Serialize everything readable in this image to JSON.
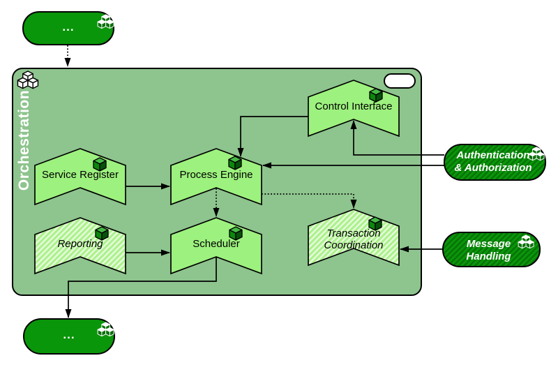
{
  "container": {
    "title": "Orchestration"
  },
  "components": {
    "service_register": {
      "label": "Service Register"
    },
    "process_engine": {
      "label": "Process Engine"
    },
    "control_interface": {
      "label": "Control Interface"
    },
    "scheduler": {
      "label": "Scheduler"
    },
    "reporting": {
      "label": "Reporting"
    },
    "transaction_coordination": {
      "line1": "Transaction",
      "line2": "Coordination"
    }
  },
  "actors": {
    "top": {
      "label": "..."
    },
    "bottom": {
      "label": "..."
    },
    "auth": {
      "line1": "Authentication",
      "line2": "& Authorization"
    },
    "message": {
      "line1": "Message",
      "line2": "Handling"
    }
  },
  "icons": {
    "component_icon": "cube-icon",
    "actor_icon": "cubes-stack-icon"
  },
  "colors": {
    "container_fill": "#8EC48E",
    "component_fill": "#9DF17E",
    "hatch_light_base": "#ACF18C",
    "hatch_light_stripe": "#E6FBDC",
    "actor_fill": "#0A960A",
    "actor_stripe": "#077207",
    "outline": "#000000",
    "title_color": "#FFFFFF"
  }
}
